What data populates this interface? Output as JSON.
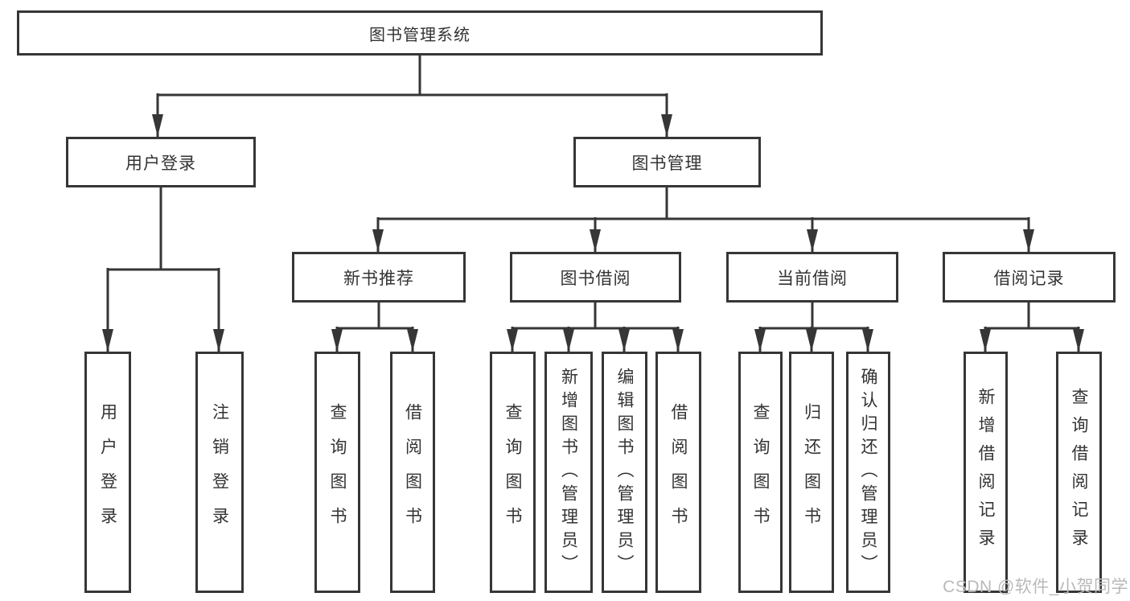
{
  "colors": {
    "line": "#363636",
    "text": "#333333",
    "watermark": "#b9b9b9",
    "background": "#ffffff"
  },
  "tree": {
    "root": {
      "label": "图书管理系统"
    },
    "user_login": {
      "label": "用户登录",
      "children": [
        "用户登录",
        "注销登录"
      ]
    },
    "book_mgmt": {
      "label": "图书管理"
    },
    "new_book_rec": {
      "label": "新书推荐",
      "children": [
        "查询图书",
        "借阅图书"
      ]
    },
    "book_borrow": {
      "label": "图书借阅",
      "children": [
        "查询图书",
        "新增图书（管理员）",
        "编辑图书（管理员）",
        "借阅图书"
      ]
    },
    "current_borrow": {
      "label": "当前借阅",
      "children": [
        "查询图书",
        "归还图书",
        "确认归还（管理员）"
      ]
    },
    "borrow_record": {
      "label": "借阅记录",
      "children": [
        "新增借阅记录",
        "查询借阅记录"
      ]
    }
  },
  "watermark": {
    "text": "CSDN @软件_小贺同学"
  }
}
